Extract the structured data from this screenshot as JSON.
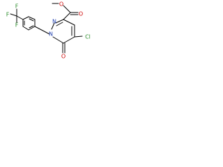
{
  "atoms": {
    "f_left": "F",
    "f_top": "F",
    "f_bottom": "F",
    "o_ester_single": "O",
    "o_ester_double": "O",
    "n_ring_upper": "N",
    "n_ring_lower": "N",
    "cl": "Cl",
    "o_carbonyl": "O"
  },
  "colors": {
    "bond": "#000000",
    "fluorine": "#2f8f2f",
    "chlorine": "#2f8f2f",
    "oxygen": "#cc0000",
    "nitrogen": "#2040b0"
  }
}
